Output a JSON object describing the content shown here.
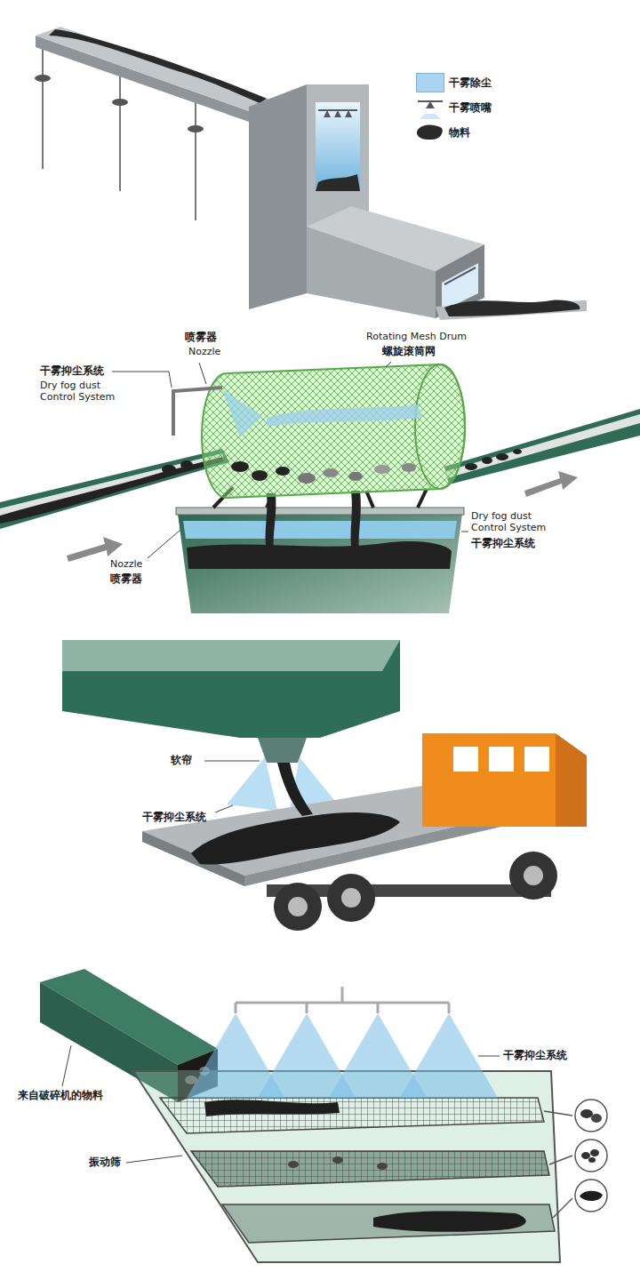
{
  "diagram": {
    "labels": [
      "干雾抑尘系统",
      "Dry fog dust Control System",
      "喷雾器",
      "Nozzle",
      "Rotating Mesh Drum",
      "螺旋滚筒网",
      "Dry fog dust Control System",
      "干雾抑尘系统",
      "Nozzle",
      "喷雾器",
      "软帘",
      "干雾抑尘系统",
      "来自破碎机的物料",
      "振动筛",
      "干雾抑尘系统"
    ],
    "legend": [
      {
        "text": "干雾除尘",
        "color": "#a9d3ee"
      },
      {
        "text": "干雾喷嘴"
      },
      {
        "text": "物料"
      }
    ]
  }
}
